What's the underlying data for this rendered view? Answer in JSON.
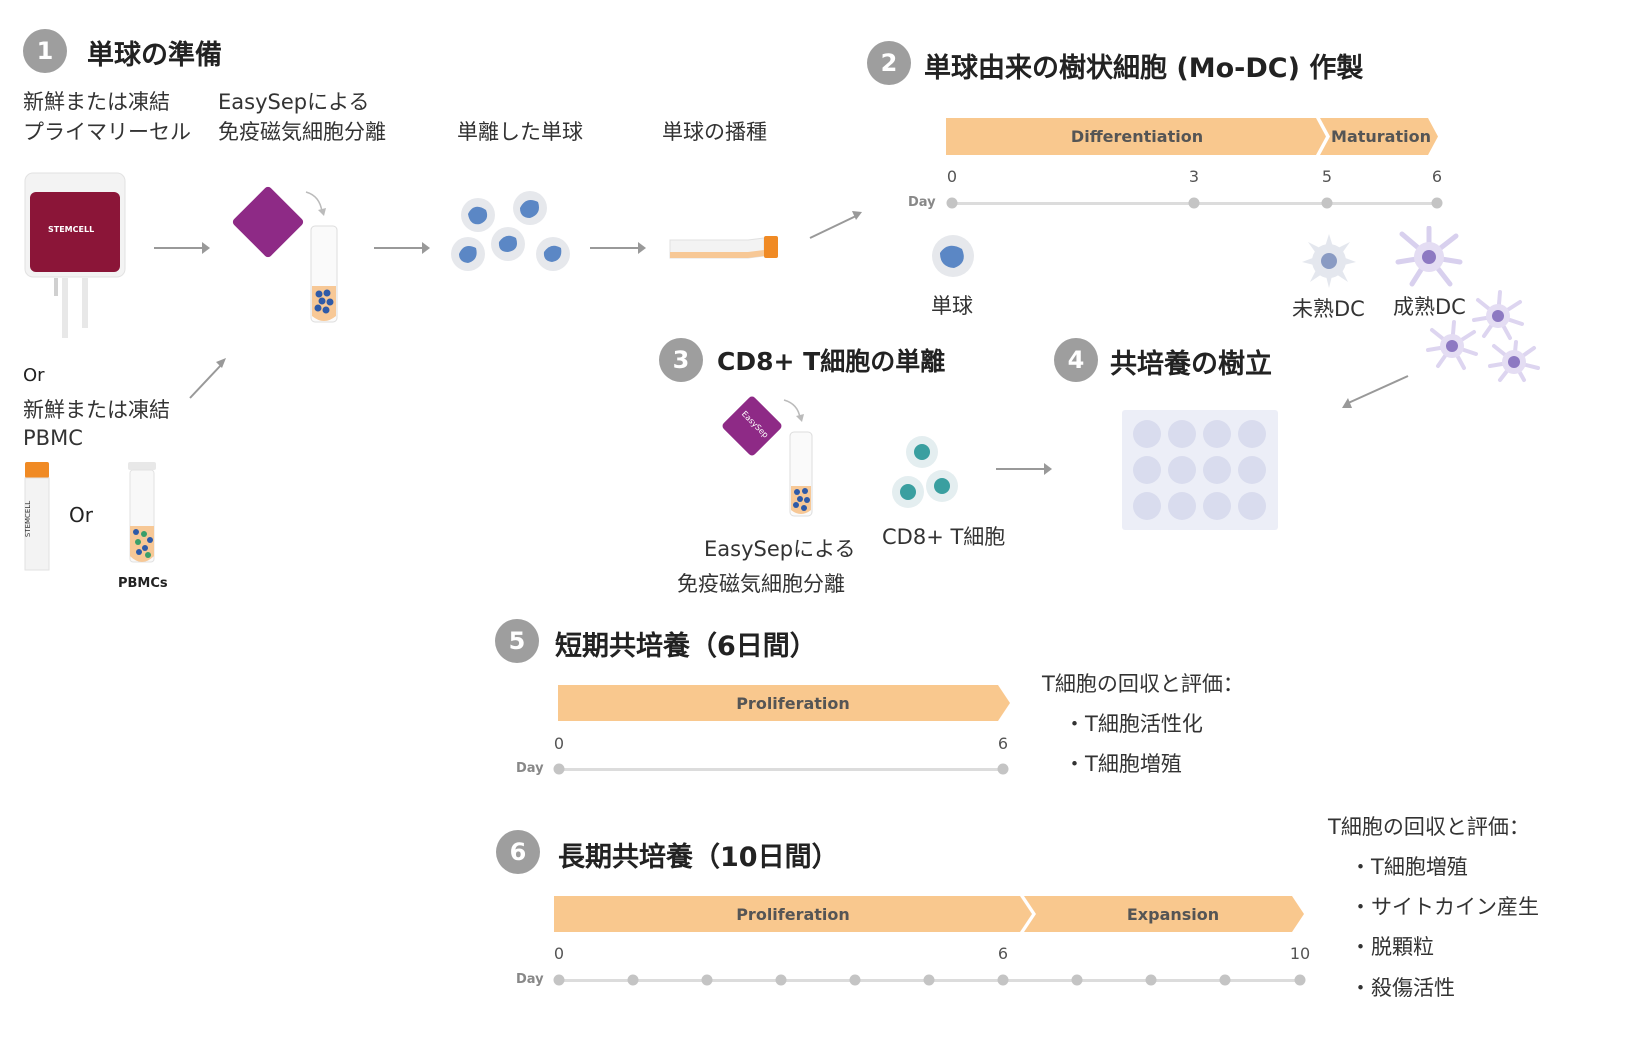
{
  "sections": {
    "s1": {
      "num": "1",
      "title": "単球の準備"
    },
    "s2": {
      "num": "2",
      "title": "単球由来の樹状細胞 (Mo-DC) 作製"
    },
    "s3": {
      "num": "3",
      "title": "CD8+ T細胞の単離"
    },
    "s4": {
      "num": "4",
      "title": "共培養の樹立"
    },
    "s5": {
      "num": "5",
      "title": "短期共培養（6日間）"
    },
    "s6": {
      "num": "6",
      "title": "長期共培養（10日間）"
    }
  },
  "step1": {
    "fresh_frozen_line1": "新鮮または凍結",
    "fresh_frozen_line2": "プライマリーセル",
    "easysep_line1": "EasySepによる",
    "easysep_line2": "免疫磁気細胞分離",
    "isolated": "単離した単球",
    "seeding": "単球の播種",
    "bag_label": "STEMCELL",
    "or1": "Or",
    "pbmc_line1": "新鮮または凍結",
    "pbmc_line2": "PBMC",
    "or2": "Or",
    "pbmcs": "PBMCs",
    "tube_label": "STEMCELL"
  },
  "step2": {
    "phase1": "Differentiation",
    "phase2": "Maturation",
    "day_label": "Day",
    "ticks": [
      "0",
      "3",
      "5",
      "6"
    ],
    "monocyte": "単球",
    "immature": "未熟DC",
    "mature": "成熟DC"
  },
  "step3": {
    "easysep_line1": "EasySepによる",
    "easysep_line2": "免疫磁気細胞分離",
    "cd8": "CD8+ T細胞",
    "kit_label": "EasySep"
  },
  "step5": {
    "phase1": "Proliferation",
    "day_label": "Day",
    "ticks": [
      "0",
      "6"
    ],
    "eval_title": "T細胞の回収と評価：",
    "eval_items": [
      "・T細胞活性化",
      "・T細胞増殖"
    ]
  },
  "step6": {
    "phase1": "Proliferation",
    "phase2": "Expansion",
    "day_label": "Day",
    "ticks": [
      "0",
      "6",
      "10"
    ],
    "eval_title": "T細胞の回収と評価：",
    "eval_items": [
      "・T細胞増殖",
      "・サイトカイン産生",
      "・脱顆粒",
      "・殺傷活性"
    ]
  },
  "colors": {
    "badge": "#9e9e9e",
    "phase_bar": "#f9c88e",
    "bag": "#8b1538",
    "easysep": "#8e2a86",
    "monocyte": "#5b87c5",
    "tcell": "#3a9fa0",
    "dc_immature": "#8a9bc3",
    "dc_mature": "#8d79c2",
    "tube_cap": "#f08a24"
  }
}
